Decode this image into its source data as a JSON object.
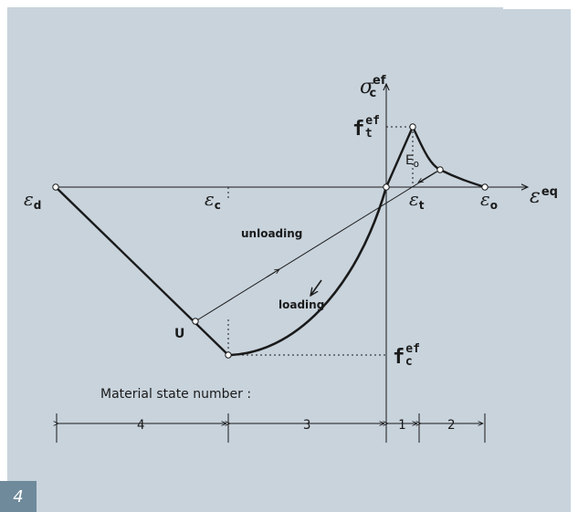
{
  "figure_number": "4",
  "axes": {
    "y_symbol": "σ",
    "y_sub": "c",
    "y_sup": "ef",
    "x_symbol": "ε",
    "x_sup": "eq"
  },
  "labels": {
    "eps_d": {
      "sym": "ε",
      "sub": "d"
    },
    "eps_c": {
      "sym": "ε",
      "sub": "c"
    },
    "eps_t": {
      "sym": "ε",
      "sub": "t"
    },
    "eps_o": {
      "sym": "ε",
      "sub": "o"
    },
    "ft": {
      "sym": "f",
      "sub": "t",
      "sup": "ef"
    },
    "fc": {
      "sym": "f",
      "sub": "c",
      "sup": "ef"
    },
    "E0": {
      "sym": "E",
      "sub": "o"
    },
    "unloading": "unloading",
    "loading": "loading",
    "point_u": "U"
  },
  "material_state": {
    "title": "Material state number :",
    "segments": [
      "4",
      "3",
      "1",
      "2"
    ]
  },
  "colors": {
    "panel": "#c8d3dc",
    "ink": "#1a1a1a",
    "tab": "#6e8a9b"
  }
}
